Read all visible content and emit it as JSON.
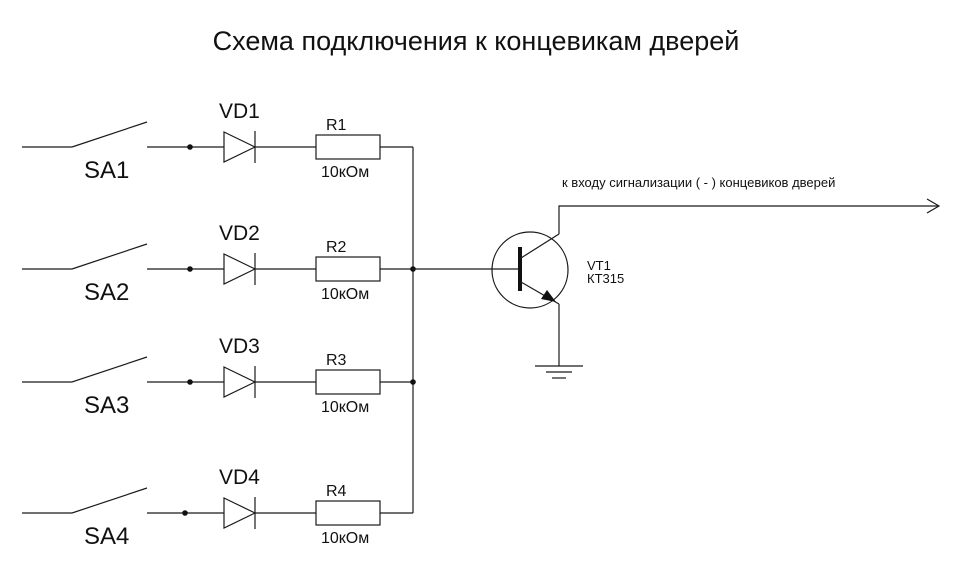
{
  "title": "Схема подключения к концевикам дверей",
  "channels": [
    {
      "switch": "SA1",
      "diode": "VD1",
      "resistor": "R1",
      "value": "10кОм"
    },
    {
      "switch": "SA2",
      "diode": "VD2",
      "resistor": "R2",
      "value": "10кОм"
    },
    {
      "switch": "SA3",
      "diode": "VD3",
      "resistor": "R3",
      "value": "10кОм"
    },
    {
      "switch": "SA4",
      "diode": "VD4",
      "resistor": "R4",
      "value": "10кОм"
    }
  ],
  "transistor": {
    "ref": "VT1",
    "model": "КТ315"
  },
  "output_label": "к входу сигнализации ( - ) концевиков дверей",
  "colors": {
    "line": "#1a1a1a",
    "background": "#ffffff"
  }
}
